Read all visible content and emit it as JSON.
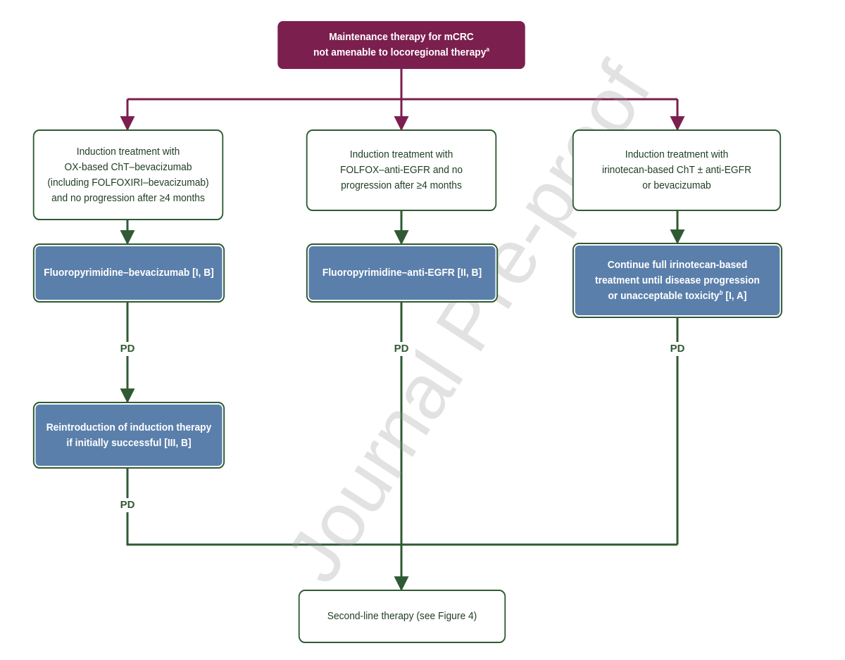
{
  "top": {
    "line1": "Maintenance therapy for mCRC",
    "line2": "not amenable to locoregional therapy",
    "sup": "a"
  },
  "left": {
    "induction": [
      "Induction treatment with",
      "OX-based ChT–bevacizumab",
      "(including FOLFOXIRI–bevacizumab)",
      "and no progression after ≥4 months"
    ],
    "maintenance": "Fluoropyrimidine–bevacizumab [I, B]",
    "pd1": "PD",
    "reintro": [
      "Reintroduction of induction therapy",
      "if initially successful [III, B]"
    ],
    "pd2": "PD"
  },
  "middle": {
    "induction": [
      "Induction treatment with",
      "FOLFOX–anti-EGFR and no",
      "progression after ≥4 months"
    ],
    "maintenance": "Fluoropyrimidine–anti-EGFR [II, B]",
    "pd": "PD"
  },
  "right": {
    "induction": [
      "Induction treatment with",
      "irinotecan-based ChT ± anti-EGFR",
      "or bevacizumab"
    ],
    "maintenance_l1": "Continue full irinotecan-based",
    "maintenance_l2": "treatment until disease progression",
    "maintenance_l3a": "or unacceptable toxicity",
    "maintenance_sup": "b",
    "maintenance_l3b": " [I, A]",
    "pd": "PD"
  },
  "bottom": {
    "label": "Second-line therapy (see Figure 4)"
  },
  "watermark": "Journal Pre-proof",
  "colors": {
    "top_box": "#7b1f4e",
    "recommendation_box": "#5b7fab",
    "border_green": "#2f5a33"
  }
}
